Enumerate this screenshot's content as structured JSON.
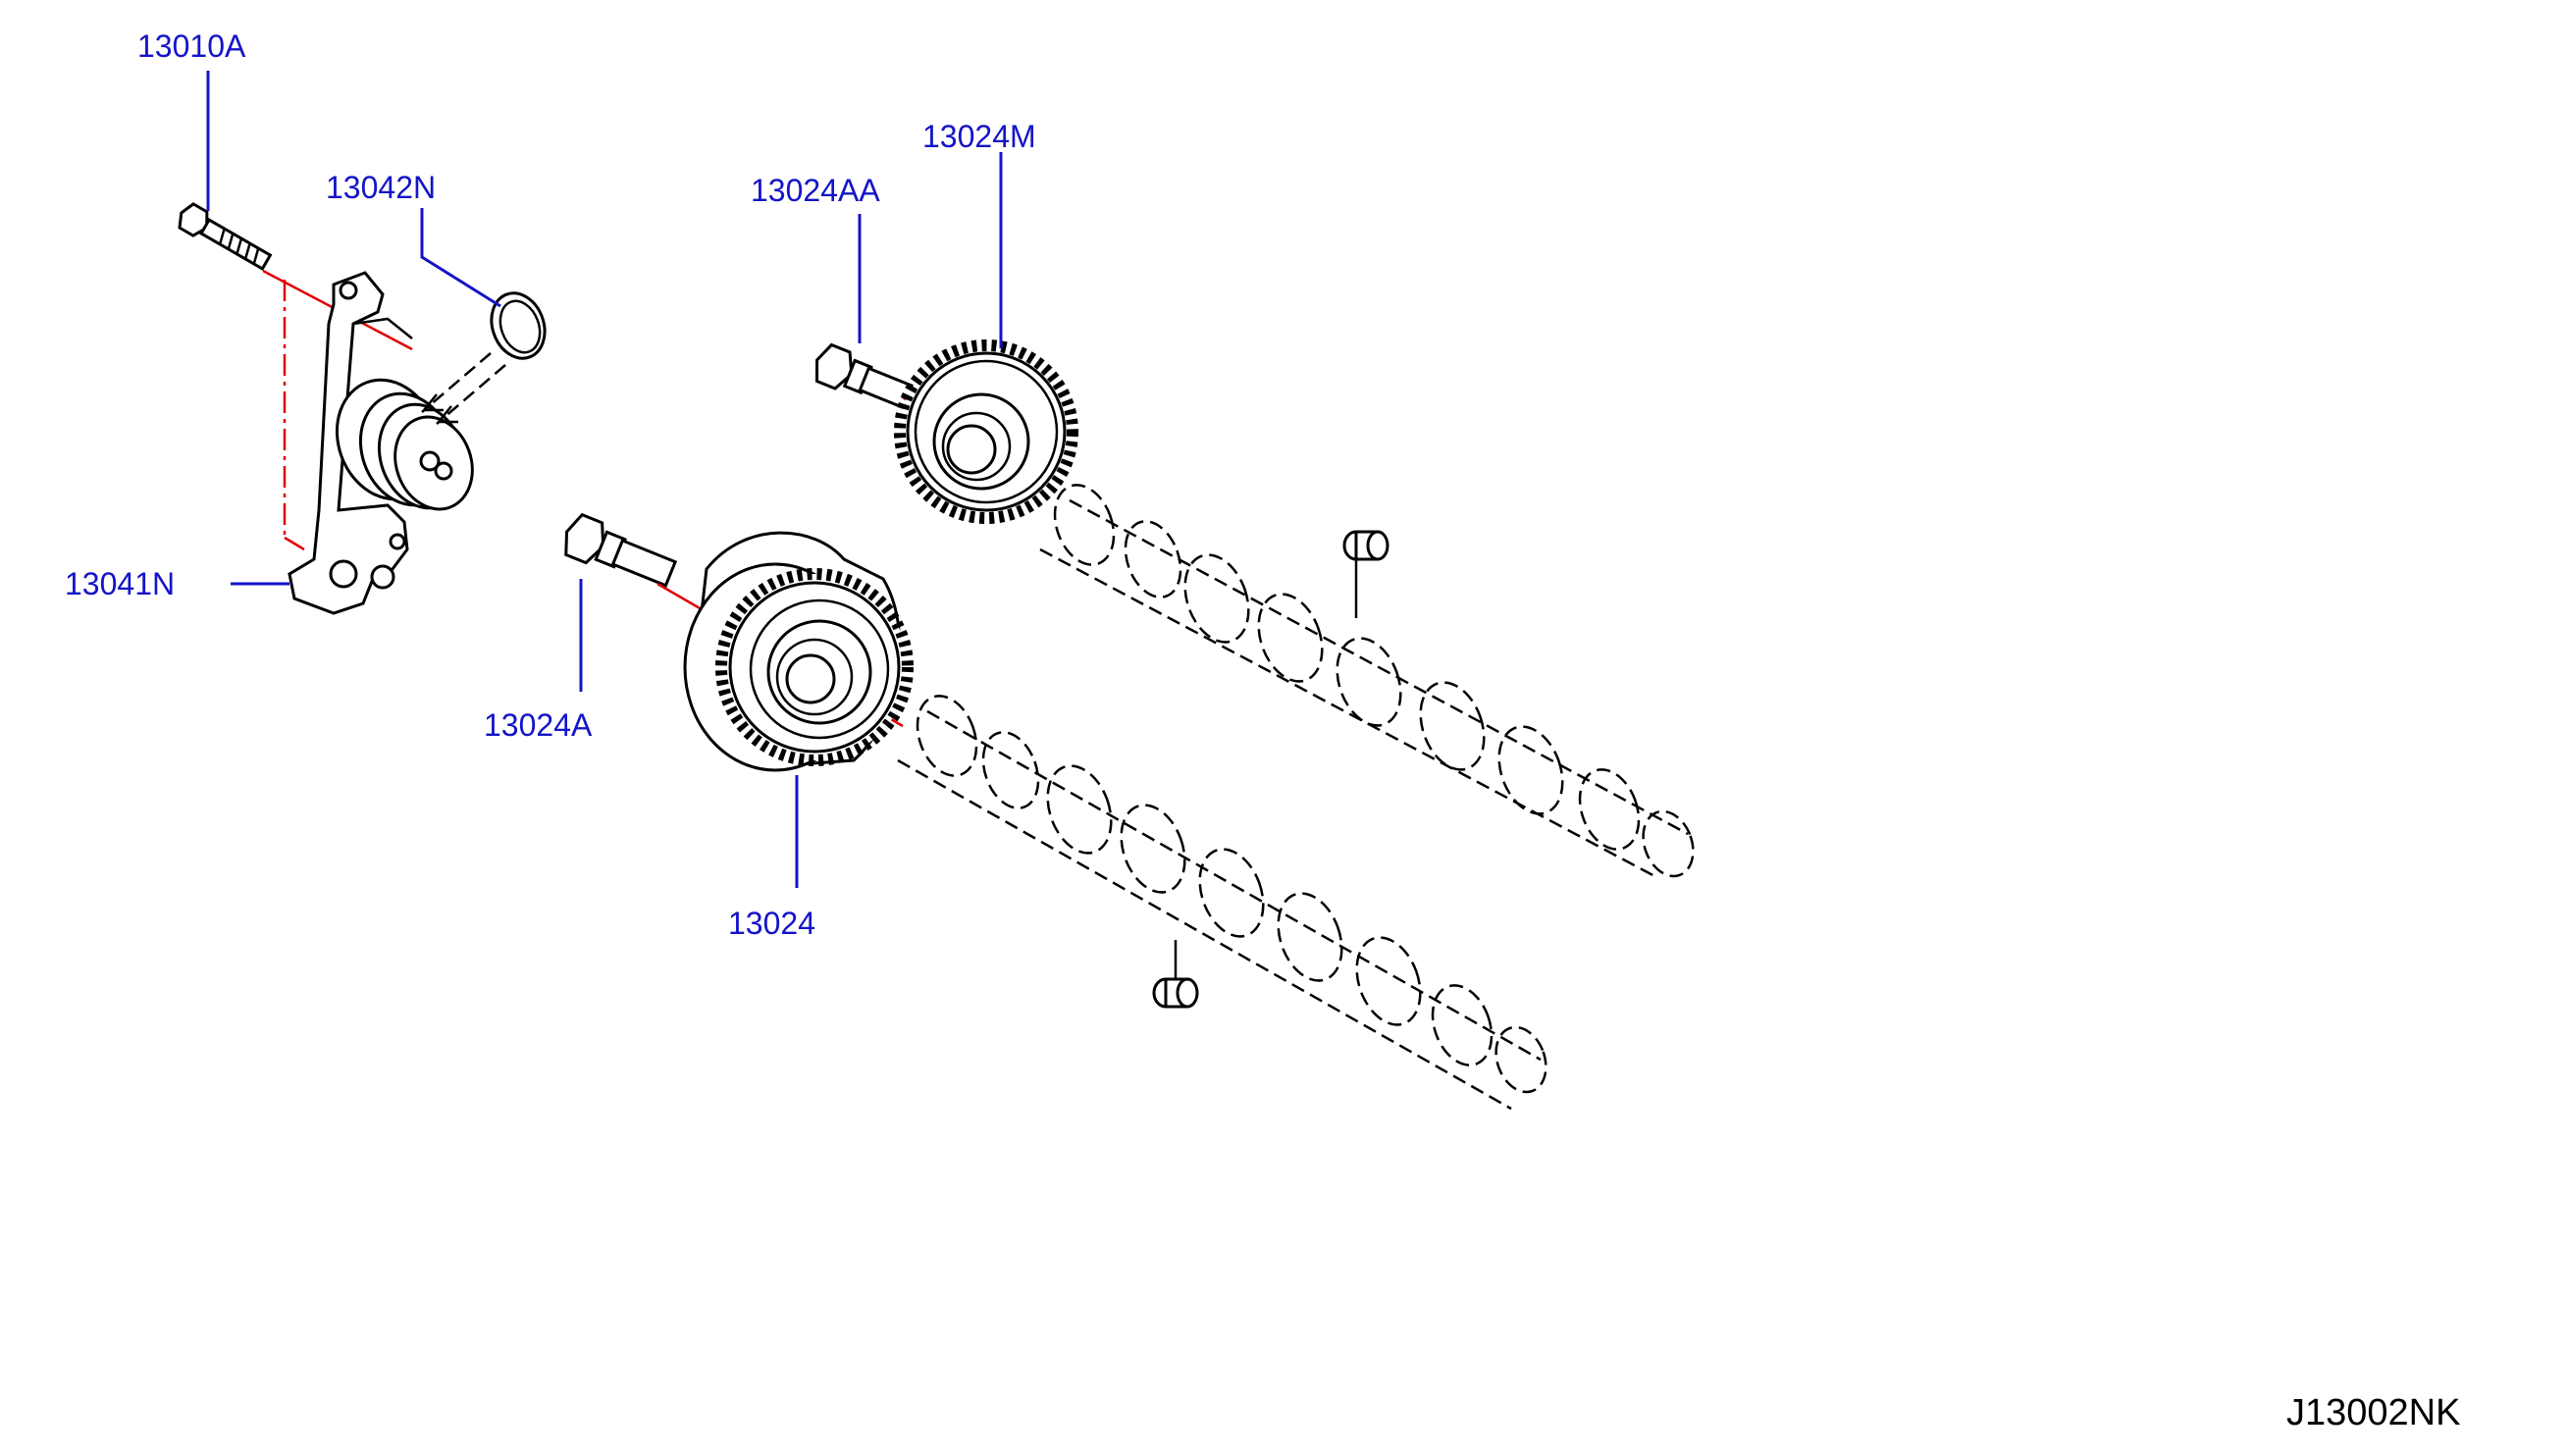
{
  "diagram": {
    "reference_code": "J13002NK",
    "labels": {
      "bolt_tensioner": "13010A",
      "o_ring": "13042N",
      "tensioner": "13041N",
      "bolt_gear_exhaust": "13024AA",
      "gear_exhaust": "13024M",
      "bolt_sprocket_intake": "13024A",
      "sprocket_intake": "13024"
    },
    "colors": {
      "label_text": "#1414c8",
      "leader_line": "#1414c8",
      "center_line": "#e00000",
      "part_outline": "#000000"
    }
  }
}
